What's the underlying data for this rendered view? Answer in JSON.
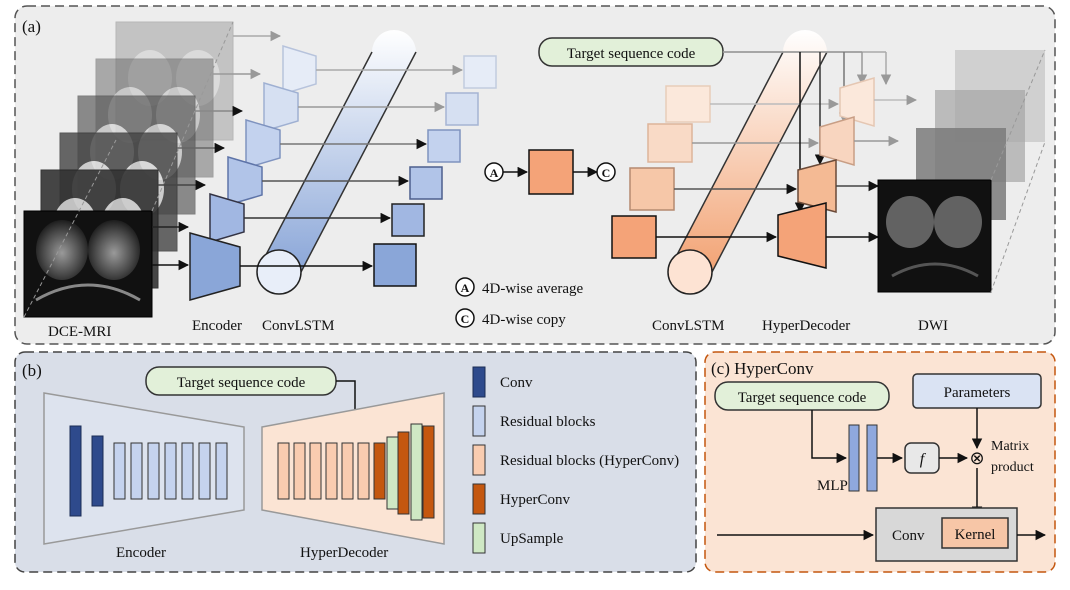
{
  "panel_a": {
    "tag": "(a)",
    "target_code": "Target sequence code",
    "dce_label": "DCE-MRI",
    "encoder_label": "Encoder",
    "convlstm_left_label": "ConvLSTM",
    "convlstm_right_label": "ConvLSTM",
    "hyperdecoder_label": "HyperDecoder",
    "dwi_label": "DWI",
    "op_a": "A",
    "op_c": "C",
    "legend_a_symbol": "A",
    "legend_a_text": "4D-wise average",
    "legend_c_symbol": "C",
    "legend_c_text": "4D-wise copy"
  },
  "panel_b": {
    "tag": "(b)",
    "target_code": "Target sequence code",
    "encoder_label": "Encoder",
    "hyperdecoder_label": "HyperDecoder",
    "legend": [
      {
        "text": "Conv",
        "color": "#2e4a8c"
      },
      {
        "text": "Residual blocks",
        "color": "#c5d3ee"
      },
      {
        "text": "Residual blocks (HyperConv)",
        "color": "#f9ccb0"
      },
      {
        "text": "HyperConv",
        "color": "#c4570f"
      },
      {
        "text": "UpSample",
        "color": "#cfe8c4"
      }
    ]
  },
  "panel_c": {
    "tag": "(c) HyperConv",
    "target_code": "Target sequence code",
    "parameters": "Parameters",
    "f_symbol": "f",
    "mlp_label": "MLP",
    "matrix_label_1": "Matrix",
    "matrix_label_2": "product",
    "conv_label": "Conv",
    "kernel_label": "Kernel",
    "multiply_symbol": "⊗"
  },
  "colors": {
    "panel_a_bg": "#ededed",
    "panel_b_bg": "#d9dee8",
    "panel_c_bg": "#fbe4d4",
    "panel_c_border": "#c4570f",
    "green_box": "#e2f0d9",
    "blue_block": "#8fa8de",
    "orange_block": "#f4a378"
  }
}
